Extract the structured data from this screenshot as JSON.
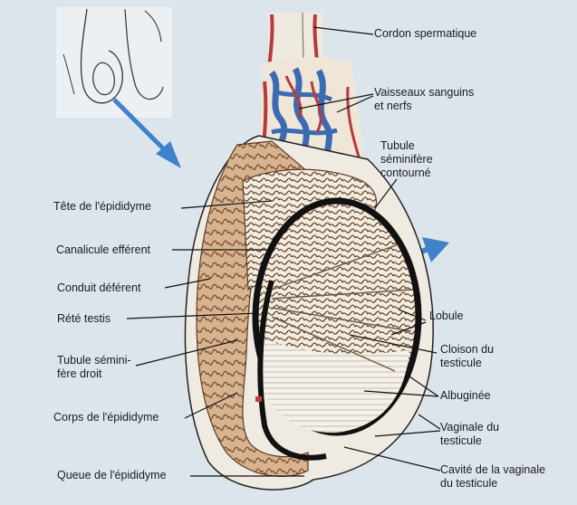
{
  "labels": {
    "cordon": "Cordon spermatique",
    "vaisseaux": [
      "Vaisseaux sanguins",
      "et nerfs"
    ],
    "tubule_contourne": [
      "Tubule",
      "séminifère",
      "contourné"
    ],
    "tete": "Tête de l'épididyme",
    "canalicule": "Canalicule efférent",
    "conduit": "Conduit déférent",
    "rete": "Rété testis",
    "tubule_droit": [
      "Tubule sémini-",
      "fère droit"
    ],
    "corps": "Corps de l'épididyme",
    "queue": "Queue de l'épididyme",
    "lobule": "Lobule",
    "cloison": [
      "Cloison du",
      "testicule"
    ],
    "albuginee": "Albuginée",
    "vaginale": [
      "Vaginale du",
      "testicule"
    ],
    "cavite": [
      "Cavité de la vaginale",
      "du testicule"
    ]
  },
  "colors": {
    "background": "#dde5ec",
    "epididymis": "#d7b48f",
    "tubule": "#6b3a22",
    "vein": "#3d6bb3",
    "artery": "#b83a3a",
    "arrow": "#3f82c9",
    "tunica": "#111111"
  }
}
